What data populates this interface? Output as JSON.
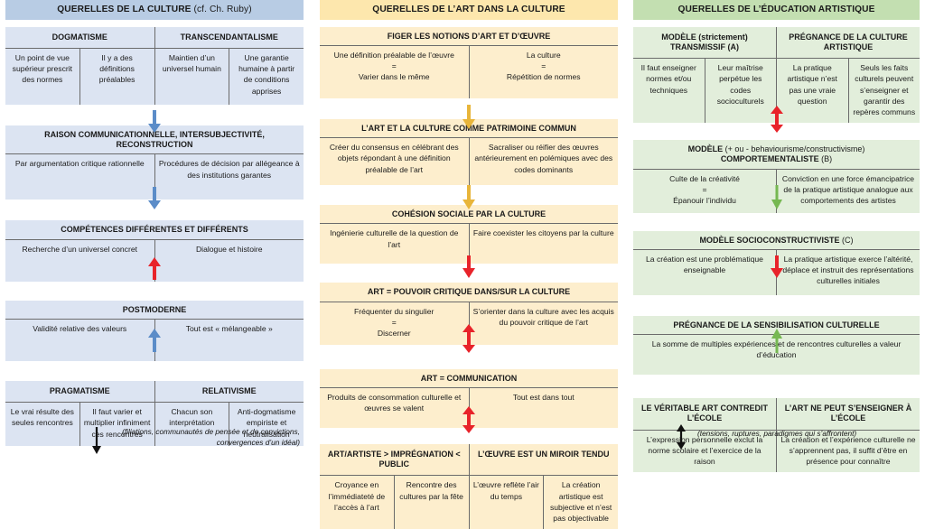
{
  "colors": {
    "blue_banner": "#b8cce4",
    "blue_block": "#dce4f2",
    "tan_banner": "#fde7ad",
    "tan_block": "#fdeecd",
    "green_banner": "#c3dfb1",
    "green_block": "#e2eedb",
    "arrow_blue": "#5b8cc8",
    "arrow_yellow": "#e8b53a",
    "arrow_green": "#76b852",
    "arrow_red": "#e8232a",
    "arrow_black": "#111111"
  },
  "columns": [
    {
      "id": "culture",
      "banner": {
        "strong": "QUERELLES DE LA CULTURE",
        "light": "(cf. Ch. Ruby)"
      },
      "blocks": [
        {
          "id": "dogmatisme-transcendantalisme",
          "subheads": [
            "DOGMATISME",
            "TRANSCENDANTALISME"
          ],
          "cells": [
            "Un point de vue supérieur prescrit des normes",
            "Il y a des définitions préalables",
            "Maintien d’un universel humain",
            "Une garantie humaine à partir de conditions apprises"
          ]
        },
        {
          "id": "raison-communicationnelle",
          "title": "RAISON COMMUNICATIONNELLE, INTERSUBJECTIVITÉ, RECONSTRUCTION",
          "cells": [
            "Par argumentation critique rationnelle",
            "Procédures de décision par allégeance à des institutions garantes"
          ]
        },
        {
          "id": "competences-differentes",
          "title": "COMPÉTENCES DIFFÉRENTES ET DIFFÉRENTS",
          "cells": [
            "Recherche d’un universel concret",
            "Dialogue et histoire"
          ]
        },
        {
          "id": "postmoderne",
          "title": "POSTMODERNE",
          "cells": [
            "Validité relative des valeurs",
            "Tout est « mélangeable »"
          ]
        },
        {
          "id": "pragmatisme-relativisme",
          "subheads": [
            "PRAGMATISME",
            "RELATIVISME"
          ],
          "cells": [
            "Le vrai résulte des seules rencontres",
            "Il faut varier et multiplier infiniment ces rencontres",
            "Chacun son interprétation",
            "Anti-dogmatisme empiriste et neutralisation"
          ]
        }
      ],
      "note": "(filiations, communautés de pensée et de convictions, convergences d’un idéal)",
      "note_arrow": "down-arrow-black"
    },
    {
      "id": "art-dans-la-culture",
      "banner": {
        "strong": "QUERELLES DE L’ART DANS LA CULTURE",
        "light": ""
      },
      "blocks": [
        {
          "id": "figer-les-notions",
          "title": "FIGER LES NOTIONS D’ART ET D’ŒUVRE",
          "cells": [
            "Une définition préalable de l’œuvre\n=\nVarier dans le même",
            "La culture\n=\nRépétition de normes"
          ]
        },
        {
          "id": "patrimoine-commun",
          "title": "L’ART ET LA CULTURE COMME PATRIMOINE COMMUN",
          "cells": [
            "Créer du consensus en célébrant des objets répondant à une définition préalable de l’art",
            "Sacraliser ou réifier des œuvres antérieurement en polémiques avec des codes dominants"
          ]
        },
        {
          "id": "cohesion-sociale",
          "title": "COHÉSION SOCIALE PAR LA CULTURE",
          "cells": [
            "Ingénierie culturelle de la question de l’art",
            "Faire coexister les citoyens par la culture"
          ]
        },
        {
          "id": "art-pouvoir-critique",
          "title": "ART = POUVOIR CRITIQUE DANS/SUR LA CULTURE",
          "cells": [
            "Fréquenter du singulier\n=\nDiscerner",
            "S’orienter dans la culture avec les acquis du pouvoir critique de l’art"
          ]
        },
        {
          "id": "art-communication",
          "title": "ART = COMMUNICATION",
          "cells": [
            "Produits de consommation culturelle et œuvres se valent",
            "Tout est dans tout"
          ]
        },
        {
          "id": "impregnation-miroir",
          "subheads": [
            "ART/ARTISTE > IMPRÉGNATION < PUBLIC",
            "L’ŒUVRE EST UN MIROIR TENDU"
          ],
          "cells": [
            "Croyance en l’immédiateté de l’accès à l’art",
            "Rencontre des cultures par la fête",
            "L’œuvre reflète l’air du temps",
            "La création artistique est subjective et n’est pas objectivable"
          ]
        }
      ]
    },
    {
      "id": "education-artistique",
      "banner": {
        "strong": "QUERELLES DE L’ÉDUCATION ARTISTIQUE",
        "light": ""
      },
      "blocks": [
        {
          "id": "transmissif-pregnance",
          "subheads_rich": [
            {
              "strong": "MODÈLE",
              "light": "(strictement)",
              "strong2": "TRANSMISSIF",
              "light2": "(A)"
            },
            {
              "strong": "PRÉGNANCE DE LA CULTURE ARTISTIQUE",
              "light": ""
            }
          ],
          "cells": [
            "Il faut enseigner normes et/ou techniques",
            "Leur maîtrise perpétue les codes socioculturels",
            "La pratique artistique n’est pas une vraie question",
            "Seuls les faits culturels peuvent s’enseigner et garantir des repères communs"
          ]
        },
        {
          "id": "comportementaliste",
          "title_rich": {
            "strong": "MODÈLE",
            "light": "(+ ou - behaviourisme/constructivisme)",
            "strong2": "COMPORTEMENTALISTE",
            "light2": "(B)"
          },
          "cells": [
            "Culte de la créativité\n=\nÉpanouir l’individu",
            "Conviction en une force émancipatrice de la pratique artistique analogue aux comportements des artistes"
          ]
        },
        {
          "id": "socioconstructiviste",
          "title_rich": {
            "strong": "MODÈLE SOCIOCONSTRUCTIVISTE",
            "light": "(C)"
          },
          "cells": [
            "La création est une problématique enseignable",
            "La pratique artistique exerce l’altérité, déplace et instruit des représentations culturelles initiales"
          ]
        },
        {
          "id": "pregnance-sensibilisation",
          "title": "PRÉGNANCE DE LA SENSIBILISATION CULTURELLE",
          "cells": [
            "La somme de multiples expériences et de rencontres culturelles a valeur d’éducation"
          ]
        },
        {
          "id": "art-contredit-ecole",
          "subheads": [
            "LE VÉRITABLE ART CONTREDIT L’ÉCOLE",
            "L’ART NE PEUT S’ENSEIGNER À L’ÉCOLE"
          ],
          "cells": [
            "L’expression personnelle exclut la norme scolaire et l’exercice de la raison",
            "La création et l’expérience culturelle ne s’apprennent pas, il suffit d’être en présence pour connaître"
          ]
        }
      ],
      "note": "(tensions, ruptures, paradigmes qui s’affrontent)",
      "note_arrow": "double-arrow-black"
    }
  ],
  "arrows": [
    {
      "id": "a1",
      "column": "culture",
      "direction": "down",
      "color": "#5b8cc8"
    },
    {
      "id": "a2",
      "column": "culture",
      "direction": "down",
      "color": "#5b8cc8"
    },
    {
      "id": "a3",
      "column": "culture",
      "direction": "up",
      "color": "#e8232a"
    },
    {
      "id": "a4",
      "column": "culture",
      "direction": "up",
      "color": "#5b8cc8"
    },
    {
      "id": "b1",
      "column": "art-dans-la-culture",
      "direction": "down",
      "color": "#e8b53a"
    },
    {
      "id": "b2",
      "column": "art-dans-la-culture",
      "direction": "down",
      "color": "#e8b53a"
    },
    {
      "id": "b3",
      "column": "art-dans-la-culture",
      "direction": "down",
      "color": "#e8232a"
    },
    {
      "id": "b4",
      "column": "art-dans-la-culture",
      "direction": "double",
      "color": "#e8232a"
    },
    {
      "id": "b5",
      "column": "art-dans-la-culture",
      "direction": "double",
      "color": "#e8232a"
    },
    {
      "id": "c1",
      "column": "education-artistique",
      "direction": "double",
      "color": "#e8232a"
    },
    {
      "id": "c2",
      "column": "education-artistique",
      "direction": "down",
      "color": "#76b852"
    },
    {
      "id": "c3",
      "column": "education-artistique",
      "direction": "down",
      "color": "#e8232a"
    },
    {
      "id": "c4",
      "column": "education-artistique",
      "direction": "up",
      "color": "#76b852"
    }
  ]
}
